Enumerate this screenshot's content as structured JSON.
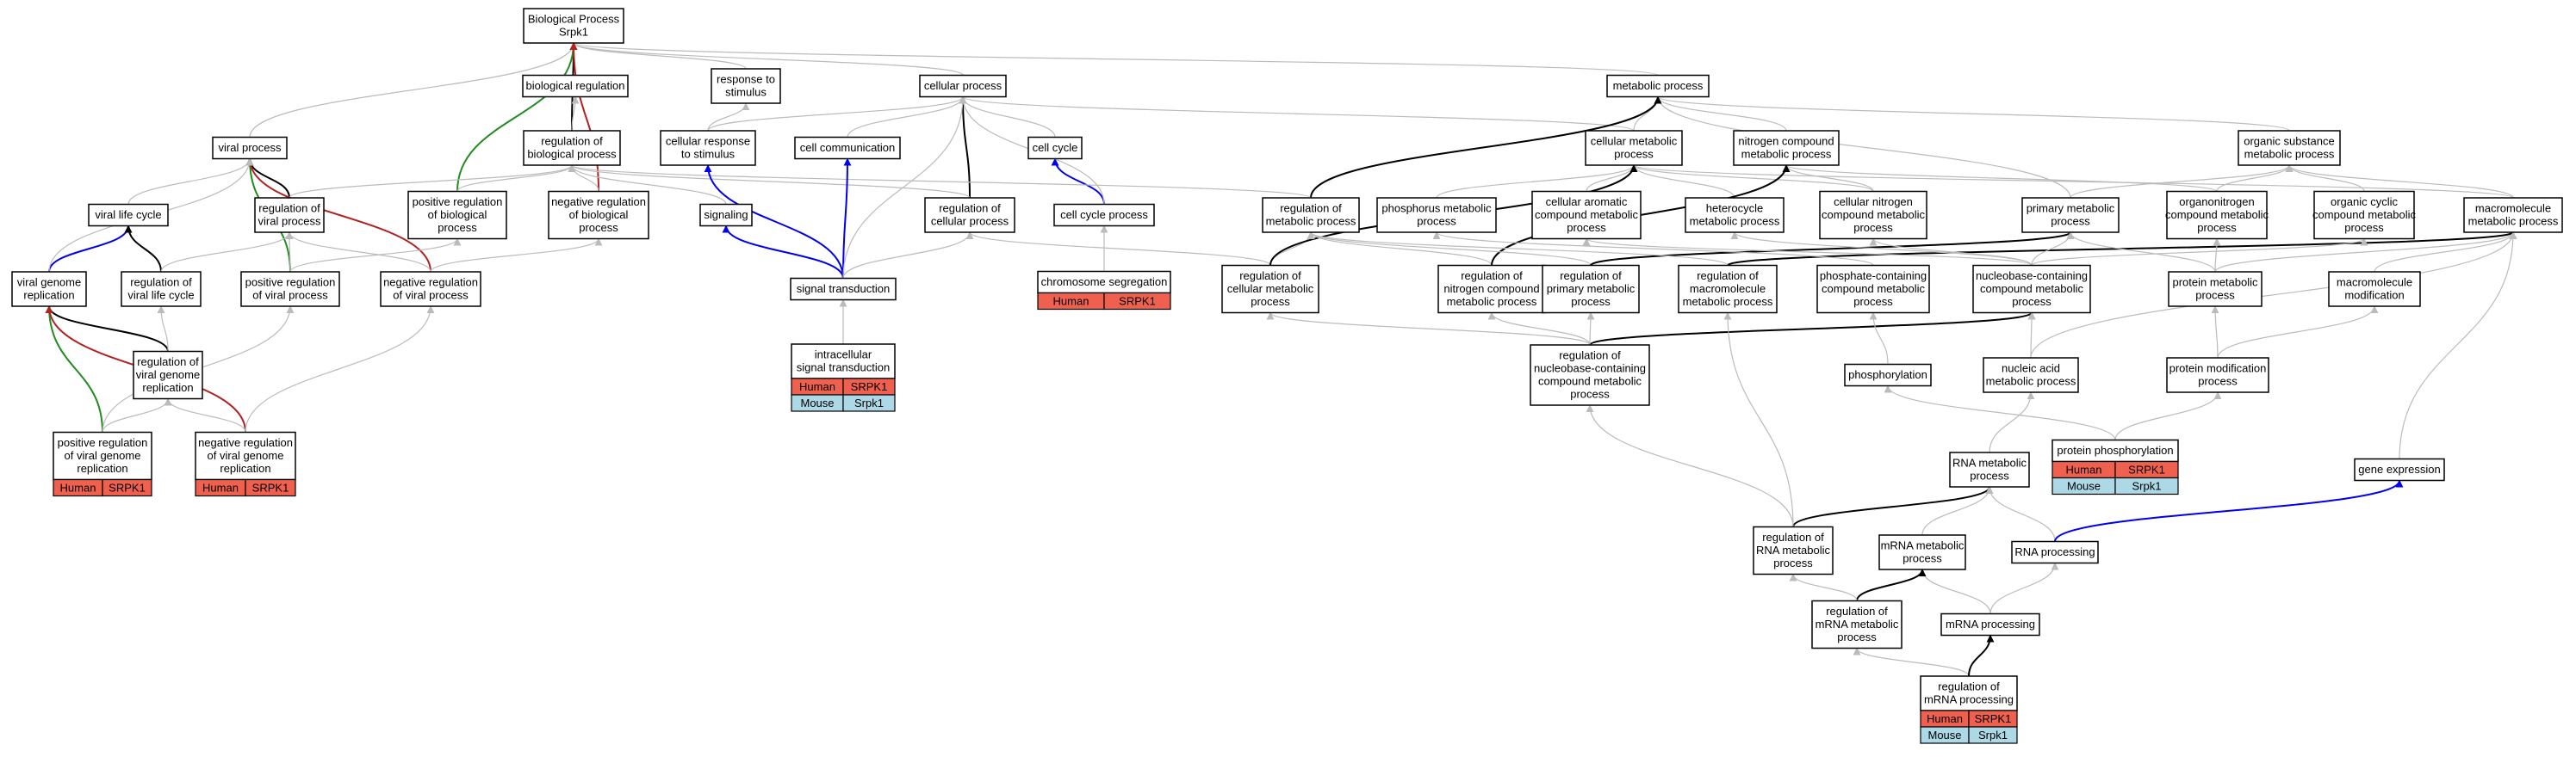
{
  "graph": {
    "nodes": [
      {
        "id": "bp",
        "lines": [
          "Biological Process",
          "Srpk1"
        ]
      },
      {
        "id": "bioreg",
        "lines": [
          "biological regulation"
        ]
      },
      {
        "id": "resp",
        "lines": [
          "response to",
          "stimulus"
        ]
      },
      {
        "id": "cellproc",
        "lines": [
          "cellular process"
        ]
      },
      {
        "id": "metab",
        "lines": [
          "metabolic process"
        ]
      },
      {
        "id": "viral",
        "lines": [
          "viral process"
        ]
      },
      {
        "id": "regbio",
        "lines": [
          "regulation of",
          "biological process"
        ]
      },
      {
        "id": "cellresp",
        "lines": [
          "cellular response",
          "to stimulus"
        ]
      },
      {
        "id": "cellcomm",
        "lines": [
          "cell communication"
        ]
      },
      {
        "id": "cellcycle",
        "lines": [
          "cell cycle"
        ]
      },
      {
        "id": "cellmet",
        "lines": [
          "cellular metabolic",
          "process"
        ]
      },
      {
        "id": "nitro",
        "lines": [
          "nitrogen compound",
          "metabolic process"
        ]
      },
      {
        "id": "orgsub",
        "lines": [
          "organic substance",
          "metabolic process"
        ]
      },
      {
        "id": "vlc",
        "lines": [
          "viral life cycle"
        ]
      },
      {
        "id": "regviral",
        "lines": [
          "regulation of",
          "viral process"
        ]
      },
      {
        "id": "posbio",
        "lines": [
          "positive regulation",
          "of biological",
          "process"
        ]
      },
      {
        "id": "negbio",
        "lines": [
          "negative regulation",
          "of biological",
          "process"
        ]
      },
      {
        "id": "signaling",
        "lines": [
          "signaling"
        ]
      },
      {
        "id": "regcell",
        "lines": [
          "regulation of",
          "cellular process"
        ]
      },
      {
        "id": "ccproc",
        "lines": [
          "cell cycle process"
        ]
      },
      {
        "id": "regmet",
        "lines": [
          "regulation of",
          "metabolic process"
        ]
      },
      {
        "id": "phosmet",
        "lines": [
          "phosphorus metabolic",
          "process"
        ]
      },
      {
        "id": "aromatic",
        "lines": [
          "cellular aromatic",
          "compound metabolic",
          "process"
        ]
      },
      {
        "id": "hetero",
        "lines": [
          "heterocycle",
          "metabolic process"
        ]
      },
      {
        "id": "cellnitro",
        "lines": [
          "cellular nitrogen",
          "compound metabolic",
          "process"
        ]
      },
      {
        "id": "primary",
        "lines": [
          "primary metabolic",
          "process"
        ]
      },
      {
        "id": "organonitro",
        "lines": [
          "organonitrogen",
          "compound metabolic",
          "process"
        ]
      },
      {
        "id": "orgcyclic",
        "lines": [
          "organic cyclic",
          "compound metabolic",
          "process"
        ]
      },
      {
        "id": "macromol",
        "lines": [
          "macromolecule",
          "metabolic process"
        ]
      },
      {
        "id": "vgr",
        "lines": [
          "viral genome",
          "replication"
        ]
      },
      {
        "id": "regvlc",
        "lines": [
          "regulation of",
          "viral life cycle"
        ]
      },
      {
        "id": "posviral",
        "lines": [
          "positive regulation",
          "of viral process"
        ]
      },
      {
        "id": "negviral",
        "lines": [
          "negative regulation",
          "of viral process"
        ]
      },
      {
        "id": "sigtrans",
        "lines": [
          "signal transduction"
        ]
      },
      {
        "id": "chromseg",
        "lines": [
          "chromosome segregation"
        ],
        "species": [
          {
            "label": "Human",
            "gene": "SRPK1",
            "kind": "h"
          }
        ]
      },
      {
        "id": "regcellmet",
        "lines": [
          "regulation of",
          "cellular metabolic",
          "process"
        ]
      },
      {
        "id": "regnitro",
        "lines": [
          "regulation of",
          "nitrogen compound",
          "metabolic process"
        ]
      },
      {
        "id": "regprimary",
        "lines": [
          "regulation of",
          "primary metabolic",
          "process"
        ]
      },
      {
        "id": "regmacro",
        "lines": [
          "regulation of",
          "macromolecule",
          "metabolic process"
        ]
      },
      {
        "id": "phoscont",
        "lines": [
          "phosphate-containing",
          "compound metabolic",
          "process"
        ]
      },
      {
        "id": "nucleobase",
        "lines": [
          "nucleobase-containing",
          "compound metabolic",
          "process"
        ]
      },
      {
        "id": "protmet",
        "lines": [
          "protein metabolic",
          "process"
        ]
      },
      {
        "id": "macromod",
        "lines": [
          "macromolecule",
          "modification"
        ]
      },
      {
        "id": "regvgr",
        "lines": [
          "regulation of",
          "viral genome",
          "replication"
        ]
      },
      {
        "id": "intracell",
        "lines": [
          "intracellular",
          "signal transduction"
        ],
        "species": [
          {
            "label": "Human",
            "gene": "SRPK1",
            "kind": "h"
          },
          {
            "label": "Mouse",
            "gene": "Srpk1",
            "kind": "m"
          }
        ]
      },
      {
        "id": "regnucleo",
        "lines": [
          "regulation of",
          "nucleobase-containing",
          "compound metabolic",
          "process"
        ]
      },
      {
        "id": "phosphoryl",
        "lines": [
          "phosphorylation"
        ]
      },
      {
        "id": "nucacid",
        "lines": [
          "nucleic acid",
          "metabolic process"
        ]
      },
      {
        "id": "protmod",
        "lines": [
          "protein modification",
          "process"
        ]
      },
      {
        "id": "posvgr",
        "lines": [
          "positive regulation",
          "of viral genome",
          "replication"
        ],
        "species": [
          {
            "label": "Human",
            "gene": "SRPK1",
            "kind": "h"
          }
        ]
      },
      {
        "id": "negvgr",
        "lines": [
          "negative regulation",
          "of viral genome",
          "replication"
        ],
        "species": [
          {
            "label": "Human",
            "gene": "SRPK1",
            "kind": "h"
          }
        ]
      },
      {
        "id": "protphos",
        "lines": [
          "protein phosphorylation"
        ],
        "species": [
          {
            "label": "Human",
            "gene": "SRPK1",
            "kind": "h"
          },
          {
            "label": "Mouse",
            "gene": "Srpk1",
            "kind": "m"
          }
        ]
      },
      {
        "id": "genexp",
        "lines": [
          "gene expression"
        ]
      },
      {
        "id": "rnamet",
        "lines": [
          "RNA metabolic",
          "process"
        ]
      },
      {
        "id": "regrna",
        "lines": [
          "regulation of",
          "RNA metabolic",
          "process"
        ]
      },
      {
        "id": "mrnamet",
        "lines": [
          "mRNA metabolic",
          "process"
        ]
      },
      {
        "id": "rnaproc",
        "lines": [
          "RNA processing"
        ]
      },
      {
        "id": "regmrnamet",
        "lines": [
          "regulation of",
          "mRNA metabolic",
          "process"
        ]
      },
      {
        "id": "mrnaproc",
        "lines": [
          "mRNA processing"
        ]
      },
      {
        "id": "regmrnaproc",
        "lines": [
          "regulation of",
          "mRNA processing"
        ],
        "species": [
          {
            "label": "Human",
            "gene": "SRPK1",
            "kind": "h"
          },
          {
            "label": "Mouse",
            "gene": "Srpk1",
            "kind": "m"
          }
        ]
      }
    ],
    "edges": [
      {
        "from": "bioreg",
        "to": "bp",
        "color": "#bbbbbb"
      },
      {
        "from": "resp",
        "to": "bp",
        "color": "#bbbbbb"
      },
      {
        "from": "cellproc",
        "to": "bp",
        "color": "#bbbbbb"
      },
      {
        "from": "metab",
        "to": "bp",
        "color": "#bbbbbb"
      },
      {
        "from": "viral",
        "to": "bp",
        "color": "#bbbbbb"
      },
      {
        "from": "regbio",
        "to": "bp",
        "color": "#000000"
      },
      {
        "from": "regbio",
        "to": "bioreg",
        "color": "#bbbbbb"
      },
      {
        "from": "posbio",
        "to": "bp",
        "color": "#228b22"
      },
      {
        "from": "negbio",
        "to": "bp",
        "color": "#b22222"
      },
      {
        "from": "posbio",
        "to": "regbio",
        "color": "#bbbbbb"
      },
      {
        "from": "negbio",
        "to": "regbio",
        "color": "#bbbbbb"
      },
      {
        "from": "cellresp",
        "to": "resp",
        "color": "#bbbbbb"
      },
      {
        "from": "cellresp",
        "to": "cellproc",
        "color": "#bbbbbb"
      },
      {
        "from": "cellcomm",
        "to": "cellproc",
        "color": "#bbbbbb"
      },
      {
        "from": "cellcycle",
        "to": "cellproc",
        "color": "#bbbbbb"
      },
      {
        "from": "regcell",
        "to": "cellproc",
        "color": "#000000"
      },
      {
        "from": "regcell",
        "to": "regbio",
        "color": "#bbbbbb"
      },
      {
        "from": "ccproc",
        "to": "cellcycle",
        "color": "#0000ee"
      },
      {
        "from": "ccproc",
        "to": "cellproc",
        "color": "#bbbbbb"
      },
      {
        "from": "chromseg",
        "to": "ccproc",
        "color": "#bbbbbb"
      },
      {
        "from": "cellmet",
        "to": "metab",
        "color": "#bbbbbb"
      },
      {
        "from": "cellmet",
        "to": "cellproc",
        "color": "#bbbbbb"
      },
      {
        "from": "nitro",
        "to": "metab",
        "color": "#bbbbbb"
      },
      {
        "from": "orgsub",
        "to": "metab",
        "color": "#bbbbbb"
      },
      {
        "from": "primary",
        "to": "metab",
        "color": "#bbbbbb"
      },
      {
        "from": "regmet",
        "to": "metab",
        "color": "#000000"
      },
      {
        "from": "regmet",
        "to": "regbio",
        "color": "#bbbbbb"
      },
      {
        "from": "phosmet",
        "to": "cellmet",
        "color": "#bbbbbb"
      },
      {
        "from": "aromatic",
        "to": "cellmet",
        "color": "#bbbbbb"
      },
      {
        "from": "cellnitro",
        "to": "cellmet",
        "color": "#bbbbbb"
      },
      {
        "from": "cellnitro",
        "to": "nitro",
        "color": "#bbbbbb"
      },
      {
        "from": "macromol",
        "to": "cellmet",
        "color": "#bbbbbb"
      },
      {
        "from": "organonitro",
        "to": "nitro",
        "color": "#bbbbbb"
      },
      {
        "from": "organonitro",
        "to": "orgsub",
        "color": "#bbbbbb"
      },
      {
        "from": "orgcyclic",
        "to": "orgsub",
        "color": "#bbbbbb"
      },
      {
        "from": "macromol",
        "to": "orgsub",
        "color": "#bbbbbb"
      },
      {
        "from": "primary",
        "to": "orgsub",
        "color": "#bbbbbb"
      },
      {
        "from": "hetero",
        "to": "cellmet",
        "color": "#bbbbbb"
      },
      {
        "from": "vlc",
        "to": "viral",
        "color": "#bbbbbb"
      },
      {
        "from": "regviral",
        "to": "viral",
        "color": "#000000"
      },
      {
        "from": "regviral",
        "to": "regbio",
        "color": "#bbbbbb"
      },
      {
        "from": "posviral",
        "to": "viral",
        "color": "#228b22"
      },
      {
        "from": "negviral",
        "to": "viral",
        "color": "#b22222"
      },
      {
        "from": "posviral",
        "to": "regviral",
        "color": "#bbbbbb"
      },
      {
        "from": "negviral",
        "to": "regviral",
        "color": "#bbbbbb"
      },
      {
        "from": "posviral",
        "to": "posbio",
        "color": "#bbbbbb"
      },
      {
        "from": "negviral",
        "to": "negbio",
        "color": "#bbbbbb"
      },
      {
        "from": "vgr",
        "to": "vlc",
        "color": "#0000ee"
      },
      {
        "from": "vgr",
        "to": "viral",
        "color": "#bbbbbb"
      },
      {
        "from": "regvlc",
        "to": "vlc",
        "color": "#000000"
      },
      {
        "from": "regvlc",
        "to": "regviral",
        "color": "#bbbbbb"
      },
      {
        "from": "regvgr",
        "to": "vgr",
        "color": "#000000"
      },
      {
        "from": "regvgr",
        "to": "regvlc",
        "color": "#bbbbbb"
      },
      {
        "from": "posvgr",
        "to": "vgr",
        "color": "#228b22"
      },
      {
        "from": "negvgr",
        "to": "vgr",
        "color": "#b22222"
      },
      {
        "from": "posvgr",
        "to": "regvgr",
        "color": "#bbbbbb"
      },
      {
        "from": "negvgr",
        "to": "regvgr",
        "color": "#bbbbbb"
      },
      {
        "from": "posvgr",
        "to": "posviral",
        "color": "#bbbbbb"
      },
      {
        "from": "negvgr",
        "to": "negviral",
        "color": "#bbbbbb"
      },
      {
        "from": "signaling",
        "to": "regbio",
        "color": "#bbbbbb"
      },
      {
        "from": "sigtrans",
        "to": "signaling",
        "color": "#0000ee"
      },
      {
        "from": "sigtrans",
        "to": "cellresp",
        "color": "#0000ee"
      },
      {
        "from": "sigtrans",
        "to": "cellcomm",
        "color": "#0000ee"
      },
      {
        "from": "sigtrans",
        "to": "regcell",
        "color": "#bbbbbb"
      },
      {
        "from": "sigtrans",
        "to": "cellproc",
        "color": "#bbbbbb"
      },
      {
        "from": "intracell",
        "to": "sigtrans",
        "color": "#bbbbbb"
      },
      {
        "from": "regcellmet",
        "to": "regmet",
        "color": "#bbbbbb"
      },
      {
        "from": "regcellmet",
        "to": "regcell",
        "color": "#bbbbbb"
      },
      {
        "from": "regcellmet",
        "to": "cellmet",
        "color": "#000000"
      },
      {
        "from": "regnitro",
        "to": "regmet",
        "color": "#bbbbbb"
      },
      {
        "from": "regnitro",
        "to": "nitro",
        "color": "#000000"
      },
      {
        "from": "regprimary",
        "to": "regmet",
        "color": "#bbbbbb"
      },
      {
        "from": "regprimary",
        "to": "primary",
        "color": "#000000"
      },
      {
        "from": "regmacro",
        "to": "macromol",
        "color": "#000000"
      },
      {
        "from": "regmacro",
        "to": "regmet",
        "color": "#bbbbbb"
      },
      {
        "from": "phoscont",
        "to": "phosmet",
        "color": "#bbbbbb"
      },
      {
        "from": "nucleobase",
        "to": "aromatic",
        "color": "#bbbbbb"
      },
      {
        "from": "nucleobase",
        "to": "hetero",
        "color": "#bbbbbb"
      },
      {
        "from": "nucleobase",
        "to": "cellnitro",
        "color": "#bbbbbb"
      },
      {
        "from": "nucleobase",
        "to": "orgcyclic",
        "color": "#bbbbbb"
      },
      {
        "from": "nucleobase",
        "to": "primary",
        "color": "#bbbbbb"
      },
      {
        "from": "protmet",
        "to": "primary",
        "color": "#bbbbbb"
      },
      {
        "from": "protmet",
        "to": "organonitro",
        "color": "#bbbbbb"
      },
      {
        "from": "protmet",
        "to": "macromol",
        "color": "#bbbbbb"
      },
      {
        "from": "macromod",
        "to": "macromol",
        "color": "#bbbbbb"
      },
      {
        "from": "regnucleo",
        "to": "nucleobase",
        "color": "#000000"
      },
      {
        "from": "regnucleo",
        "to": "regcellmet",
        "color": "#bbbbbb"
      },
      {
        "from": "regnucleo",
        "to": "regnitro",
        "color": "#bbbbbb"
      },
      {
        "from": "regnucleo",
        "to": "regprimary",
        "color": "#bbbbbb"
      },
      {
        "from": "phosphoryl",
        "to": "phoscont",
        "color": "#bbbbbb"
      },
      {
        "from": "nucacid",
        "to": "nucleobase",
        "color": "#bbbbbb"
      },
      {
        "from": "nucacid",
        "to": "macromol",
        "color": "#bbbbbb"
      },
      {
        "from": "protmod",
        "to": "protmet",
        "color": "#bbbbbb"
      },
      {
        "from": "protmod",
        "to": "macromod",
        "color": "#bbbbbb"
      },
      {
        "from": "protphos",
        "to": "phosphoryl",
        "color": "#bbbbbb"
      },
      {
        "from": "protphos",
        "to": "protmod",
        "color": "#bbbbbb"
      },
      {
        "from": "genexp",
        "to": "macromol",
        "color": "#bbbbbb"
      },
      {
        "from": "rnamet",
        "to": "nucacid",
        "color": "#bbbbbb"
      },
      {
        "from": "regrna",
        "to": "rnamet",
        "color": "#000000"
      },
      {
        "from": "regrna",
        "to": "regnucleo",
        "color": "#bbbbbb"
      },
      {
        "from": "regrna",
        "to": "regmacro",
        "color": "#bbbbbb"
      },
      {
        "from": "mrnamet",
        "to": "rnamet",
        "color": "#bbbbbb"
      },
      {
        "from": "rnaproc",
        "to": "rnamet",
        "color": "#bbbbbb"
      },
      {
        "from": "rnaproc",
        "to": "genexp",
        "color": "#0000ee"
      },
      {
        "from": "mrnaproc",
        "to": "mrnamet",
        "color": "#bbbbbb"
      },
      {
        "from": "mrnaproc",
        "to": "rnaproc",
        "color": "#bbbbbb"
      },
      {
        "from": "regmrnamet",
        "to": "mrnamet",
        "color": "#000000"
      },
      {
        "from": "regmrnamet",
        "to": "regrna",
        "color": "#bbbbbb"
      },
      {
        "from": "regmrnaproc",
        "to": "regmrnamet",
        "color": "#bbbbbb"
      },
      {
        "from": "regmrnaproc",
        "to": "mrnaproc",
        "color": "#000000"
      }
    ]
  }
}
